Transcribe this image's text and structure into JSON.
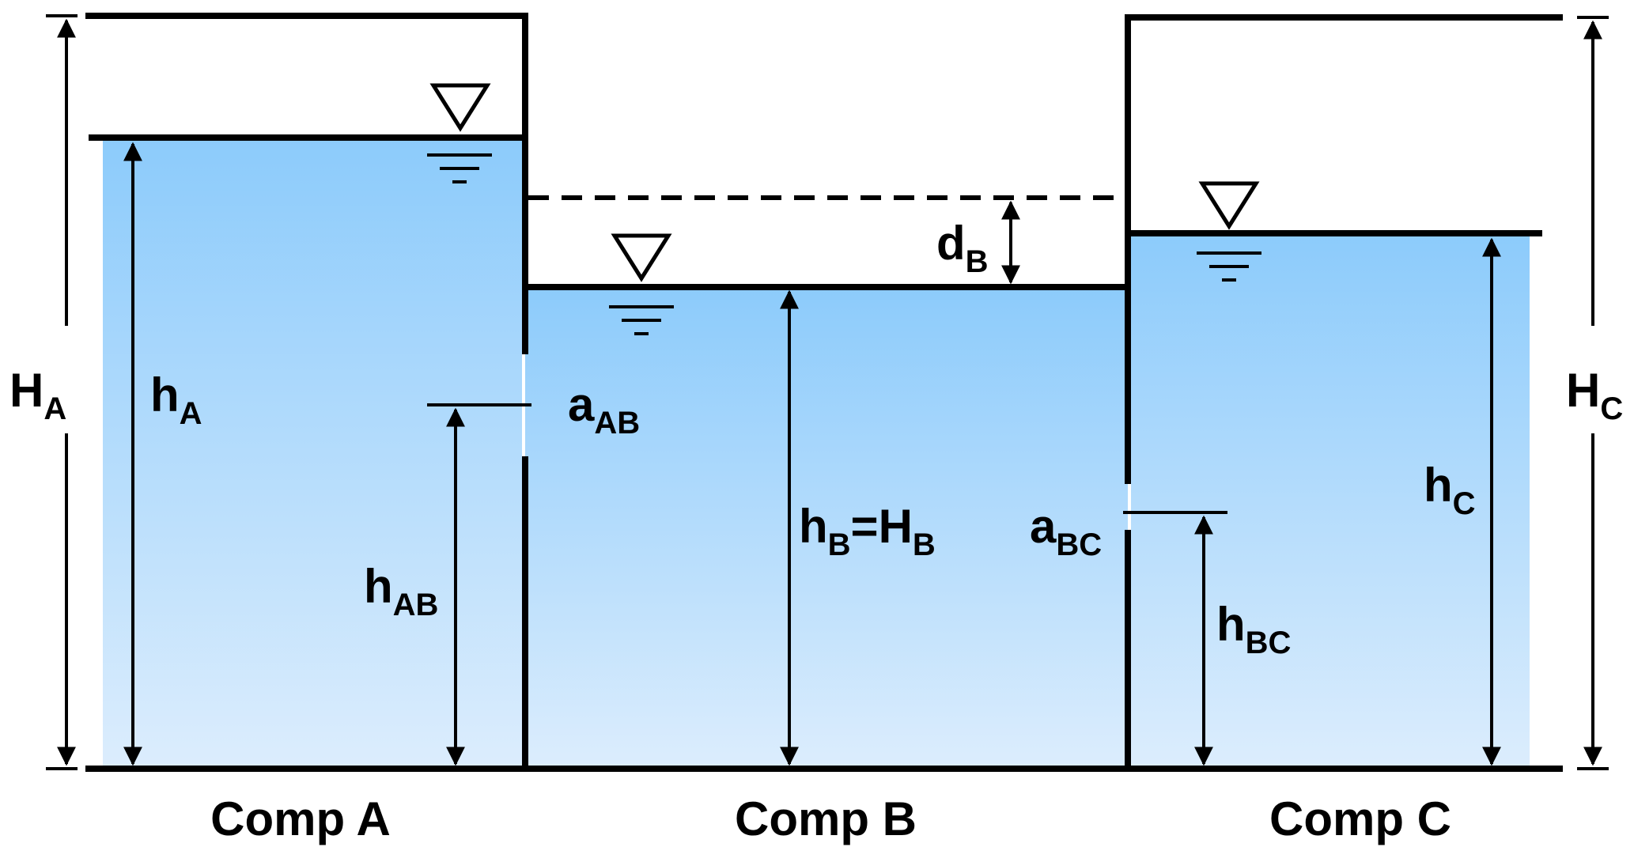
{
  "compartments": {
    "a": {
      "caption": "Comp A"
    },
    "b": {
      "caption": "Comp B"
    },
    "c": {
      "caption": "Comp C"
    }
  },
  "labels": {
    "H_A": {
      "main": "H",
      "sub": "A"
    },
    "H_C": {
      "main": "H",
      "sub": "C"
    },
    "h_A": {
      "main": "h",
      "sub": "A"
    },
    "h_AB": {
      "main": "h",
      "sub": "AB"
    },
    "a_AB": {
      "main": "a",
      "sub": "AB"
    },
    "d_B": {
      "main": "d",
      "sub": "B"
    },
    "h_B_eq_H_B": {
      "main1": "h",
      "sub1": "B",
      "eq": "=H",
      "sub2": "B"
    },
    "a_BC": {
      "main": "a",
      "sub": "BC"
    },
    "h_BC": {
      "main": "h",
      "sub": "BC"
    },
    "h_C": {
      "main": "h",
      "sub": "C"
    }
  },
  "colors": {
    "water_top": "#8ccbfb",
    "water_bottom": "#dcedfd",
    "line": "#000000",
    "background": "#ffffff"
  }
}
